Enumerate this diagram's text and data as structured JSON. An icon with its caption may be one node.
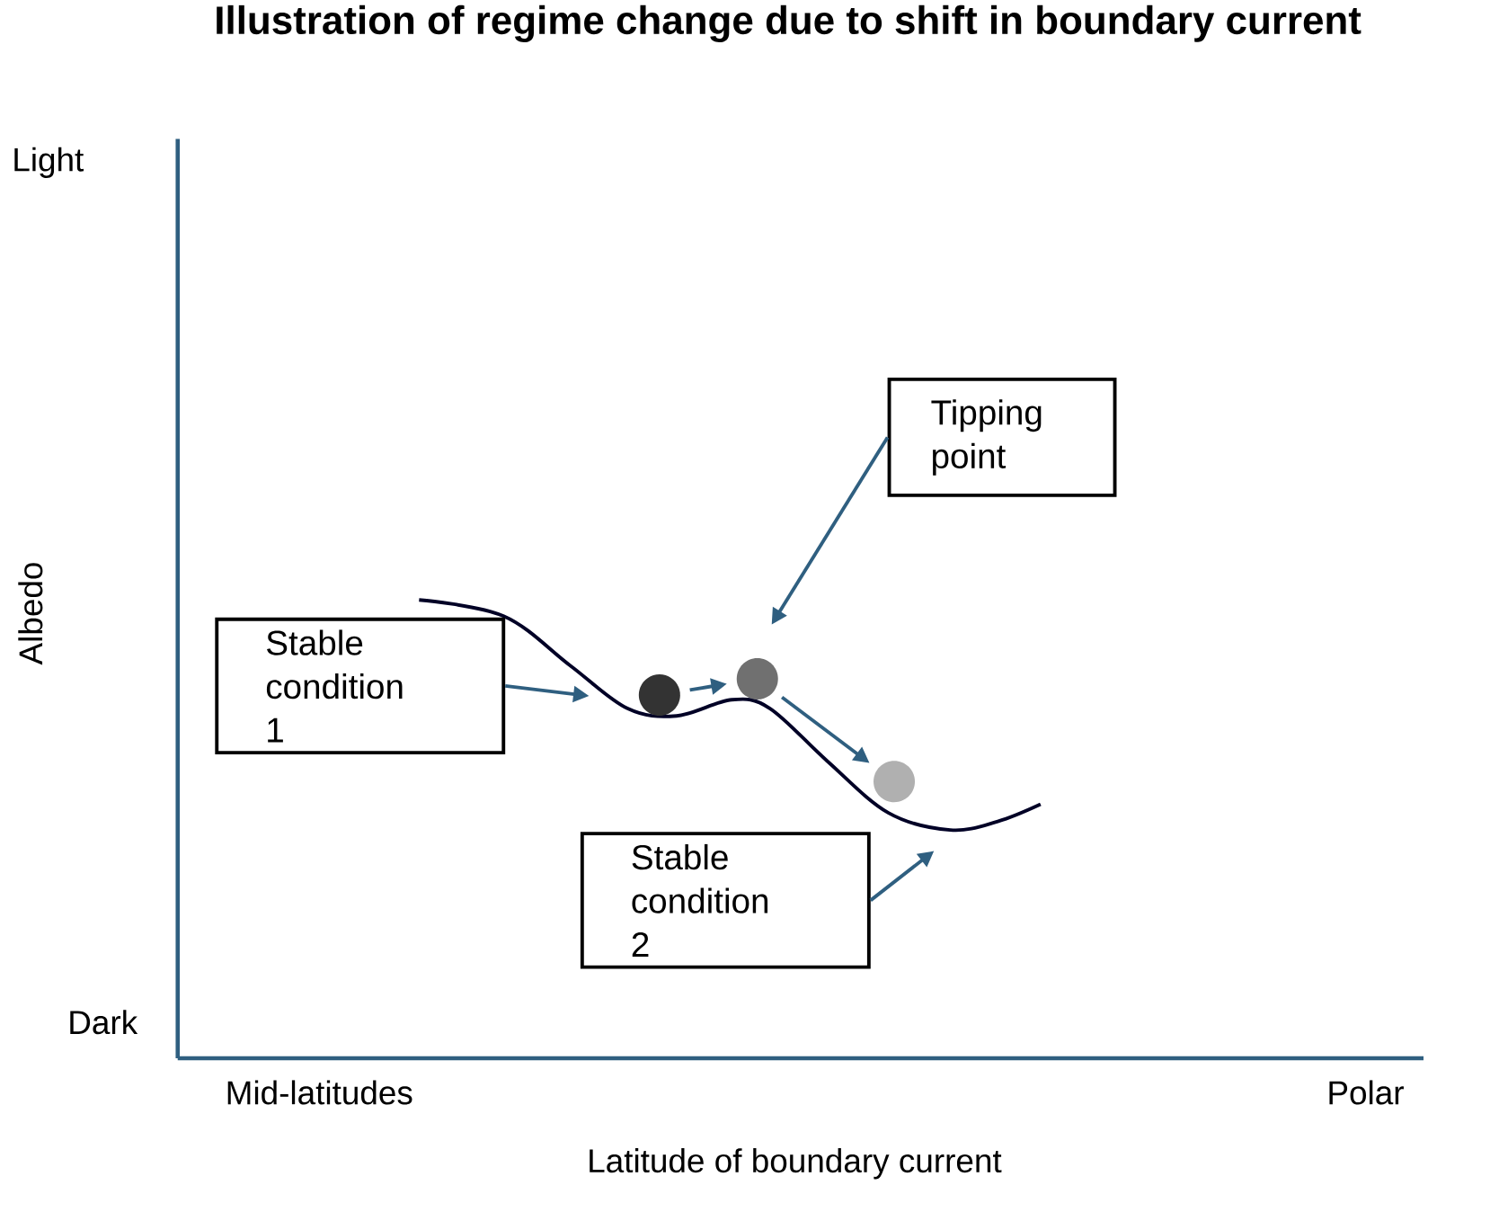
{
  "diagram": {
    "title": "Illustration of regime change due to shift in boundary current",
    "nodes": [
      {
        "text": [
          "Stable condition 1"
        ]
      },
      {
        "text": [
          "Tipping point"
        ]
      },
      {
        "text": [
          "Stable condition 2"
        ]
      },
      {
        "text": [],
        "shape": "circle"
      },
      {
        "text": [],
        "shape": "circle"
      },
      {
        "text": [],
        "shape": "circle"
      }
    ],
    "edges": [
      {
        "from": 0,
        "to": null,
        "arrow": "to"
      },
      {
        "from": 1,
        "to": null,
        "arrow": "to"
      },
      {
        "from": 2,
        "to": null,
        "arrow": "to"
      },
      {
        "from": 3,
        "to": 4,
        "arrow": "to"
      },
      {
        "from": 4,
        "to": 5,
        "arrow": "to"
      }
    ],
    "labels": [
      "Light",
      "Albedo",
      "Dark",
      "Mid-latitudes",
      "Polar",
      "Latitude of boundary current"
    ]
  }
}
